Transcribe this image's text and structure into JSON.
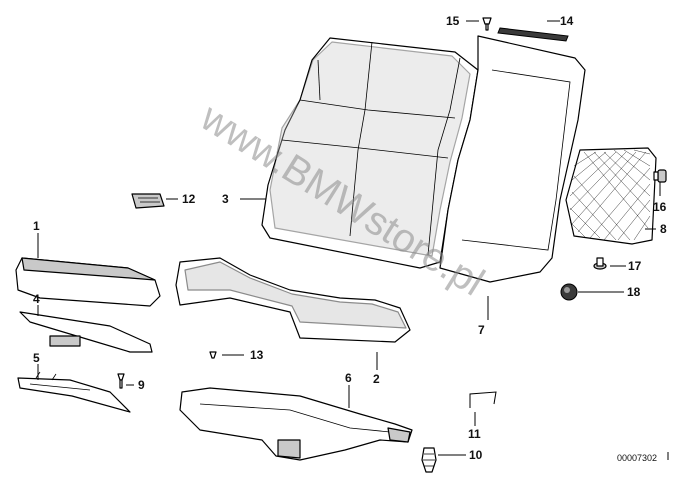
{
  "diagram": {
    "watermark": "www.BMWstore.pl",
    "document_number": "00007302",
    "callouts": [
      {
        "id": "c1",
        "label": "1"
      },
      {
        "id": "c2",
        "label": "2"
      },
      {
        "id": "c3",
        "label": "3"
      },
      {
        "id": "c4",
        "label": "4"
      },
      {
        "id": "c5",
        "label": "5"
      },
      {
        "id": "c6",
        "label": "6"
      },
      {
        "id": "c7",
        "label": "7"
      },
      {
        "id": "c8",
        "label": "8"
      },
      {
        "id": "c9",
        "label": "9"
      },
      {
        "id": "c10",
        "label": "10"
      },
      {
        "id": "c11",
        "label": "11"
      },
      {
        "id": "c12",
        "label": "12"
      },
      {
        "id": "c13",
        "label": "13"
      },
      {
        "id": "c14",
        "label": "14"
      },
      {
        "id": "c15",
        "label": "15"
      },
      {
        "id": "c16",
        "label": "16"
      },
      {
        "id": "c17",
        "label": "17"
      },
      {
        "id": "c18",
        "label": "18"
      }
    ]
  }
}
